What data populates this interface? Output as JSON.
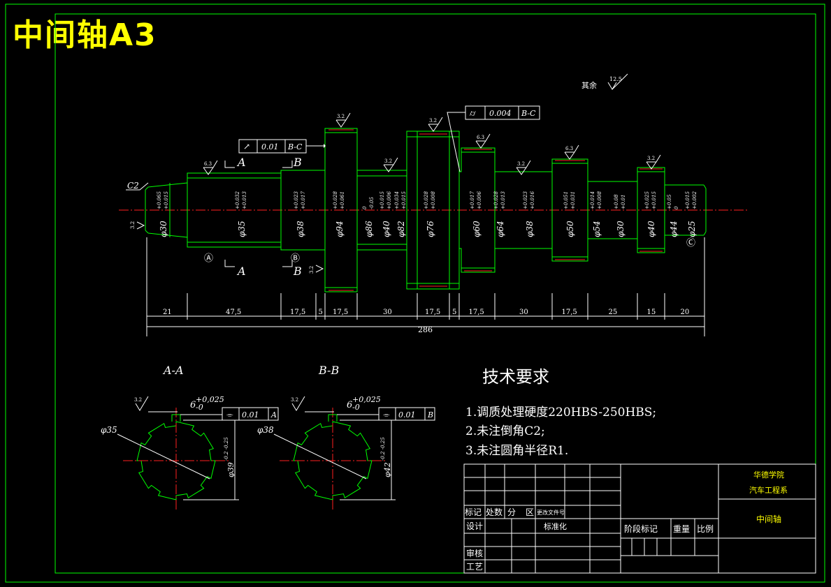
{
  "title": "中间轴A3",
  "roughness_note": {
    "label": "其余",
    "value": "12.5"
  },
  "roughness_values": [
    "3.2",
    "6.3",
    "3.2",
    "3.2",
    "6.3",
    "3.2",
    "6.3",
    "3.2",
    "3.2",
    "3.2",
    "3.2"
  ],
  "tolerance_frames": [
    {
      "symbol": "↗",
      "value": "0.01",
      "datum": "B-C"
    },
    {
      "symbol": "⌭",
      "value": "0.004",
      "datum": "B-C"
    }
  ],
  "section_markers": {
    "a": "A",
    "b": "B",
    "a_circle": "Ⓐ",
    "b_circle": "Ⓑ",
    "c_circle": "Ⓒ"
  },
  "chamfer_label": "C2",
  "diameters": [
    {
      "d": "φ30",
      "upper": "+0.065",
      "lower": "+0.015"
    },
    {
      "d": "φ35",
      "upper": "+0.032",
      "lower": "+0.013"
    },
    {
      "d": "φ38",
      "upper": "+0.023",
      "lower": "+0.017"
    },
    {
      "d": "φ94",
      "upper": "+0.028",
      "lower": "+0.061"
    },
    {
      "d": "φ86",
      "upper": "0",
      "lower": "-0.05"
    },
    {
      "d": "φ40",
      "upper": "+0.015",
      "lower": "+0.006"
    },
    {
      "d": "φ82",
      "upper": "+0.034",
      "lower": "+0.015"
    },
    {
      "d": "φ76",
      "upper": "+0.028",
      "lower": "+0.008"
    },
    {
      "d": "φ60",
      "upper": "+0.017",
      "lower": "+0.006"
    },
    {
      "d": "φ64",
      "upper": "+0.028",
      "lower": "+0.013"
    },
    {
      "d": "φ38",
      "upper": "+0.023",
      "lower": "+0.016"
    },
    {
      "d": "φ50",
      "upper": "+0.051",
      "lower": "+0.031"
    },
    {
      "d": "φ54",
      "upper": "+0.014",
      "lower": "+0.008"
    },
    {
      "d": "φ30",
      "upper": "+0.08",
      "lower": "+0.01"
    },
    {
      "d": "φ40",
      "upper": "+0.025",
      "lower": "+0.015"
    },
    {
      "d": "φ44",
      "upper": "+0.05",
      "lower": "0"
    },
    {
      "d": "φ25",
      "upper": "+0.015",
      "lower": "+0.002"
    }
  ],
  "lengths": [
    "21",
    "47,5",
    "17,5",
    "5",
    "17,5",
    "30",
    "17,5",
    "5",
    "17,5",
    "30",
    "17,5",
    "25",
    "15",
    "20"
  ],
  "total_length": "286",
  "sections": [
    {
      "title": "A-A",
      "roughness": "3.2",
      "key": "6",
      "key_upper": "+0,025",
      "key_lower": "-0",
      "sym": "⌯",
      "tol": "0.01",
      "datum": "A",
      "dia": "φ35",
      "dim": "φ39",
      "dim_tol": "-0.2  -0.25"
    },
    {
      "title": "B-B",
      "roughness": "3.2",
      "key": "6",
      "key_upper": "+0,025",
      "key_lower": "-0",
      "sym": "⌯",
      "tol": "0.01",
      "datum": "B",
      "dia": "φ38",
      "dim": "φ42",
      "dim_tol": "-0.2  -0.25"
    }
  ],
  "tech": {
    "heading": "技术要求",
    "items": [
      "1.调质处理硬度220HBS-250HBS;",
      "2.未注倒角C2;",
      "3.未注圆角半径R1."
    ]
  },
  "title_block": {
    "school": "华德学院",
    "department": "汽车工程系",
    "part_name": "中间轴",
    "row_marks": [
      "标记",
      "处数",
      "分",
      "区",
      "更改文件号"
    ],
    "design": "设计",
    "standard": "标准化",
    "stage": "阶段标记",
    "weight": "重量",
    "scale": "比例",
    "review": "审核",
    "process": "工艺"
  },
  "colors": {
    "outline": "#00ff00",
    "text": "#ffffff",
    "center": "#ff2020",
    "title": "#ffff00"
  }
}
